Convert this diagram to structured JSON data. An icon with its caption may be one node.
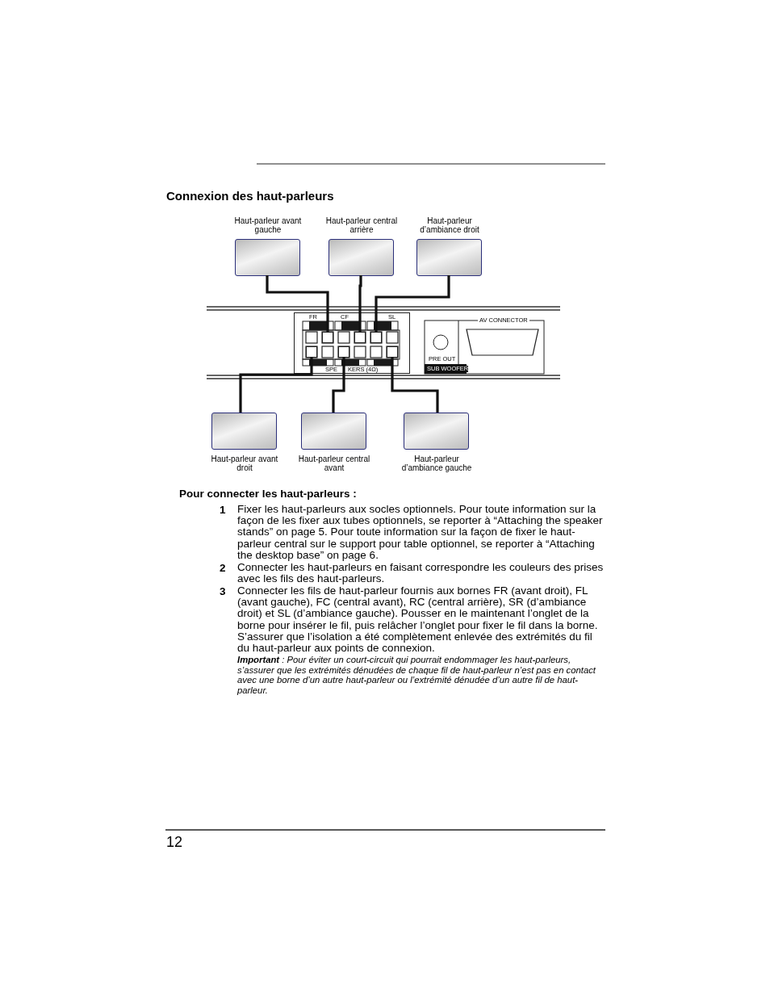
{
  "diagram": {
    "title": "Connexion des haut-parleurs",
    "nodes": [
      {
        "text": [
          "Haut-parleur avant gauche"
        ]
      },
      {
        "text": [
          "Haut-parleur central arrière"
        ]
      },
      {
        "text": [
          "Haut-parleur d’ambiance droit"
        ]
      },
      {
        "text": [
          "FR",
          "CF",
          "SL",
          "SPE",
          "KERS (4Ω)"
        ]
      },
      {
        "text": [],
        "shape": "box",
        "in": 3
      },
      {
        "text": [],
        "shape": "box",
        "in": 3
      },
      {
        "text": [],
        "shape": "box",
        "in": 3
      },
      {
        "text": [],
        "shape": "box",
        "in": 3
      },
      {
        "text": [],
        "shape": "box",
        "in": 3
      },
      {
        "text": [],
        "shape": "box",
        "in": 3
      },
      {
        "text": [
          "Haut-parleur avant droit"
        ]
      },
      {
        "text": [
          "Haut-parleur central avant"
        ]
      },
      {
        "text": [
          "Haut-parleur d’ambiance gauche"
        ]
      }
    ],
    "edges": [
      {
        "from": 0,
        "to": 5,
        "arrow": "none"
      },
      {
        "from": 1,
        "to": 6,
        "arrow": "none"
      },
      {
        "from": 2,
        "to": 7,
        "arrow": "none"
      },
      {
        "from": 10,
        "to": 4,
        "arrow": "none"
      },
      {
        "from": 11,
        "to": 8,
        "arrow": "none"
      },
      {
        "from": 12,
        "to": 9,
        "arrow": "none"
      }
    ],
    "labels": [
      "AV CONNECTOR",
      "PRE OUT",
      "SUB WOOFER",
      "Pour connecter les haut-parleurs :",
      "1",
      "Fixer les haut-parleurs aux socles optionnels. Pour toute information sur la façon de les fixer aux tubes optionnels, se reporter à “Attaching the speaker stands” on page 5. Pour toute information sur la façon de fixer le haut-parleur central sur le support pour table optionnel, se reporter à “Attaching the desktop base” on page 6.",
      "2",
      "Connecter les haut-parleurs en faisant correspondre les couleurs des prises avec les fils des haut-parleurs.",
      "3",
      "Connecter les fils de haut-parleur fournis aux bornes FR (avant droit), FL (avant gauche), FC (central avant), RC (central arrière), SR (d’ambiance droit) et SL (d’ambiance gauche). Pousser en le maintenant l’onglet de la borne pour insérer le fil, puis relâcher l’onglet pour fixer le fil dans la borne. S’assurer que l’isolation a été complètement enlevée des extrémités du fil du haut-parleur aux points de connexion.",
      "**Important** : Pour éviter un court-circuit qui pourrait endommager les haut-parleurs, s’assurer que les extrémités dénudées de chaque fil de haut-parleur n’est pas en contact avec une borne d’un autre haut-parleur ou l’extrémité dénudée d’un autre fil de haut-parleur.",
      "12"
    ]
  }
}
